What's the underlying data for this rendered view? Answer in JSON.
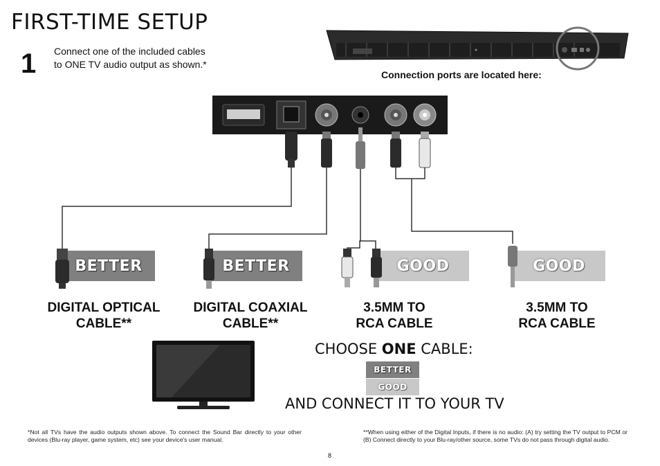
{
  "title": "FIRST-TIME SETUP",
  "step": {
    "number": "1",
    "text": "Connect one of the included cables to ONE TV audio output as shown.*"
  },
  "ports_caption": "Connection ports are located here:",
  "options": [
    {
      "rating": "BETTER",
      "label_line1": "DIGITAL OPTICAL",
      "label_line2": "CABLE**"
    },
    {
      "rating": "BETTER",
      "label_line1": "DIGITAL COAXIAL",
      "label_line2": "CABLE**"
    },
    {
      "rating": "GOOD",
      "label_line1": "3.5MM TO",
      "label_line2": "RCA CABLE"
    },
    {
      "rating": "GOOD",
      "label_line1": "3.5MM TO",
      "label_line2": "RCA CABLE"
    }
  ],
  "choose": {
    "prefix": "CHOOSE ",
    "emphasis": "ONE",
    "suffix": " CABLE:"
  },
  "legend": {
    "better": "BETTER",
    "good": "GOOD"
  },
  "connect_text": "AND CONNECT IT TO YOUR TV",
  "footnote_left": "*Not all TVs have the audio outputs shown above. To connect the Sound Bar directly to your other devices (Blu-ray player, game system, etc) see your device's user manual.",
  "footnote_right": "**When using either of the Digital Inputs, if there is no audio: (A) try setting the TV output to PCM or (B) Connect directly to your Blu-ray/other source, some TVs do not pass through digital audio.",
  "page_number": "8",
  "colors": {
    "better_badge": "#808080",
    "good_badge": "#c8c8c8",
    "panel": "#1a1a1a",
    "highlight_circle": "#777777"
  }
}
